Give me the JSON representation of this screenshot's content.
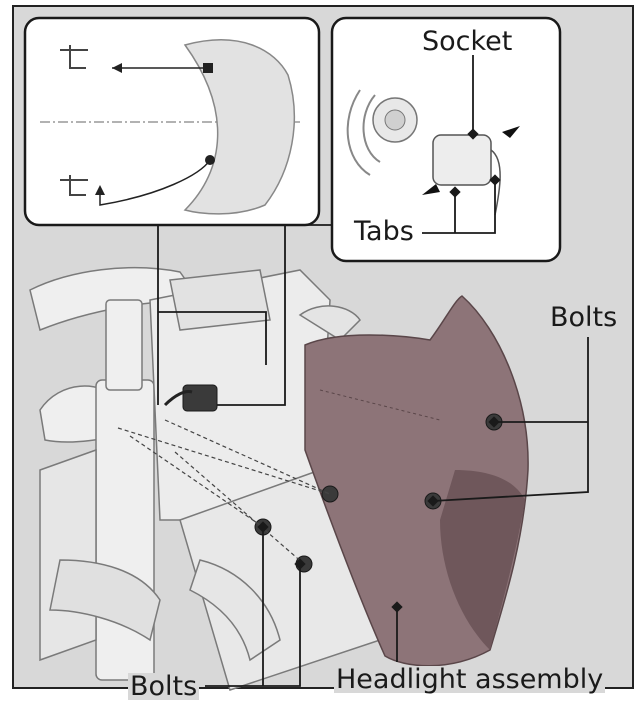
{
  "labels": {
    "socket": "Socket",
    "tabs": "Tabs",
    "bolts_right": "Bolts",
    "bolts_bottom": "Bolts",
    "headlight_assembly": "Headlight assembly"
  },
  "colors": {
    "background": "#d8d8d8",
    "frame": "#1a1a1a",
    "inset_bg": "#ffffff",
    "headlight": "#8d7478",
    "headlight_dark": "#6f575b",
    "chassis": "#eeeeee",
    "leader": "#1a1a1a"
  }
}
